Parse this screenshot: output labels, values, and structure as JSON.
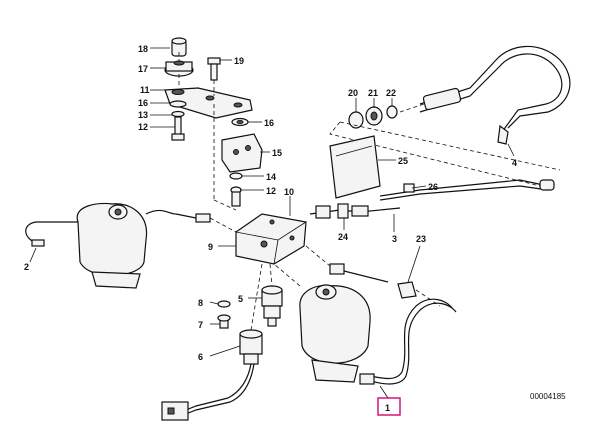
{
  "callouts": {
    "c1": "1",
    "c2": "2",
    "c3": "3",
    "c4": "4",
    "c5": "5",
    "c6": "6",
    "c7": "7",
    "c8": "8",
    "c9": "9",
    "c10": "10",
    "c11": "11",
    "c12a": "12",
    "c12b": "12",
    "c13": "13",
    "c14": "14",
    "c15": "15",
    "c16a": "16",
    "c16b": "16",
    "c17": "17",
    "c18": "18",
    "c19": "19",
    "c20": "20",
    "c21": "21",
    "c22": "22",
    "c23": "23",
    "c24": "24",
    "c25": "25",
    "c26": "26"
  },
  "reference_number": "00004185",
  "highlight_color": "#d4147a"
}
